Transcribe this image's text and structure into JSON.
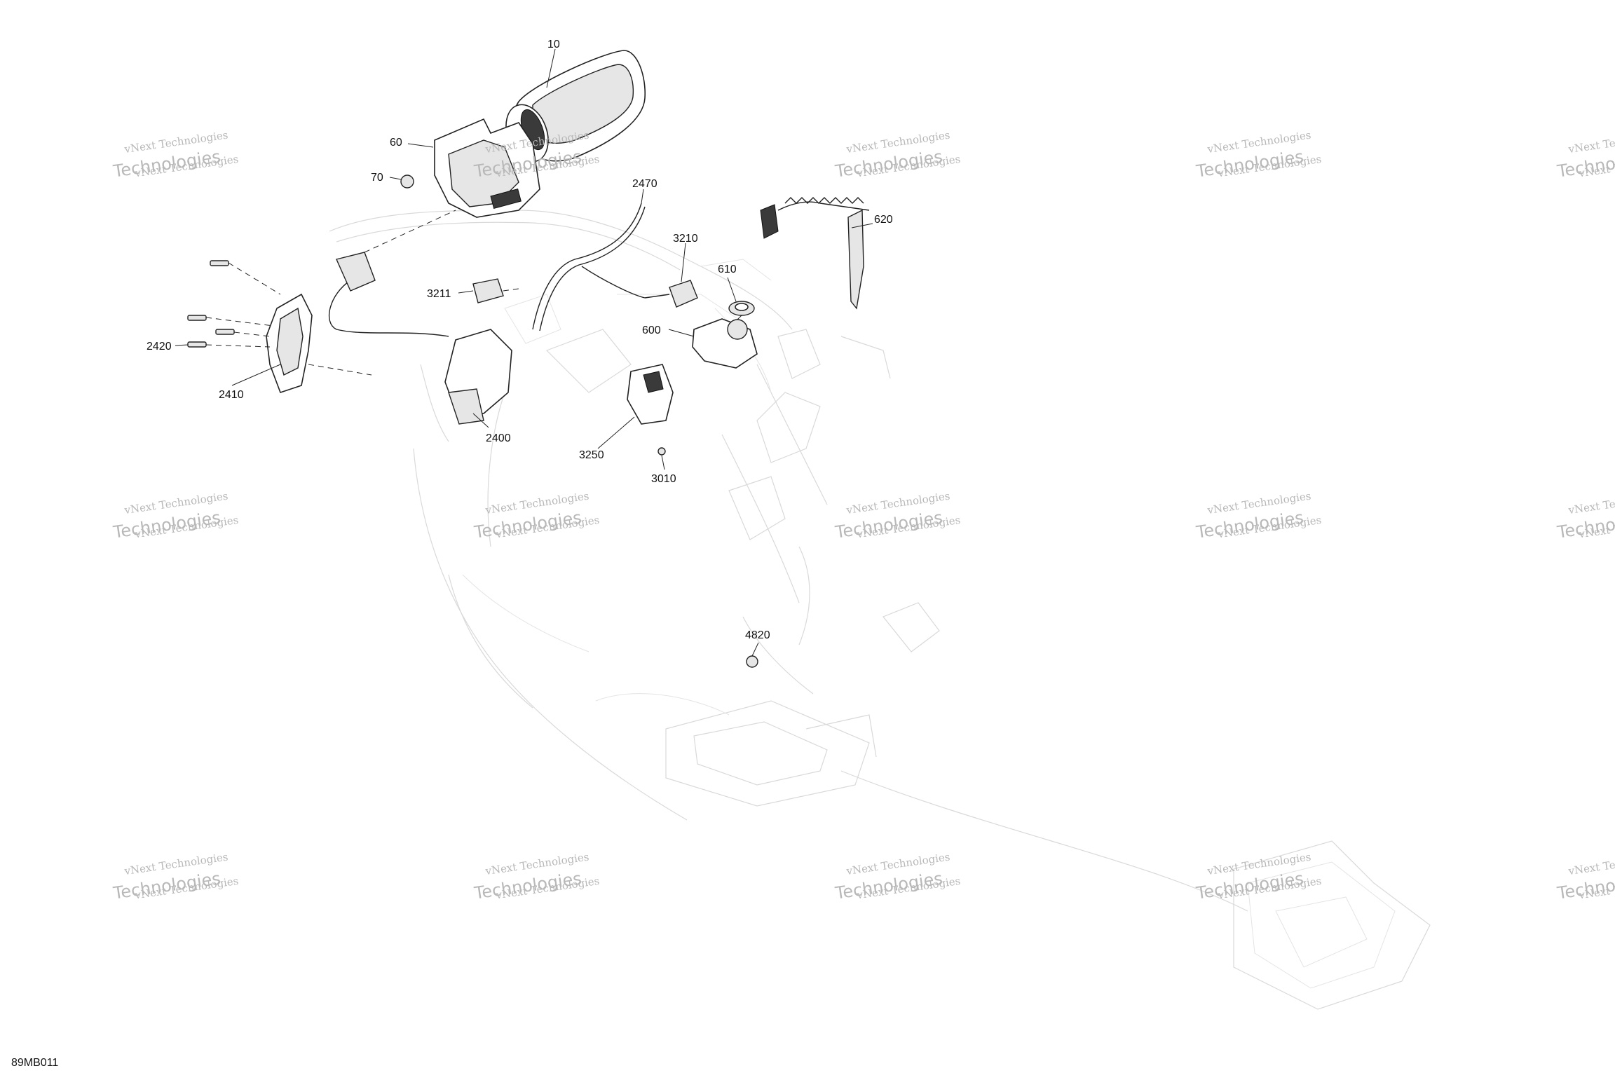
{
  "diagram_code": "89MB011",
  "watermark": {
    "line1": "vNext Technologies",
    "line2": "Technologies",
    "line3": "vNext Technologies"
  },
  "callouts": {
    "c10": "10",
    "c60": "60",
    "c70": "70",
    "c2470": "2470",
    "c3210": "3210",
    "c620": "620",
    "c610": "610",
    "c3211": "3211",
    "c600": "600",
    "c2420": "2420",
    "c2410": "2410",
    "c2400": "2400",
    "c3250": "3250",
    "c3010": "3010",
    "c4820": "4820"
  }
}
